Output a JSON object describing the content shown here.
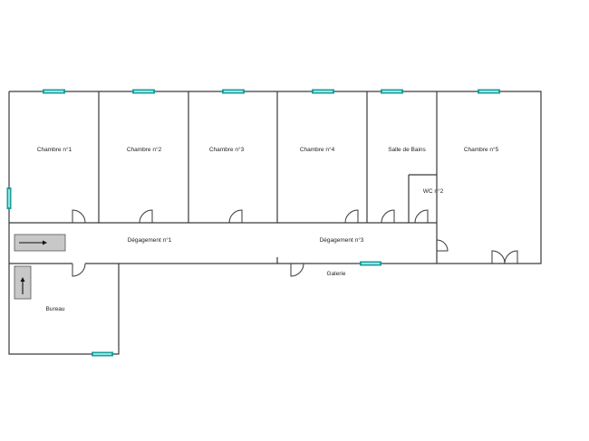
{
  "rooms": {
    "chambre1": "Chambre n°1",
    "chambre2": "Chambre n°2",
    "chambre3": "Chambre n°3",
    "chambre4": "Chambre n°4",
    "salle_de_bains": "Salle de Bains",
    "chambre5": "Chambre n°5",
    "wc2": "WC n°2",
    "degagement1": "Dégagement n°1",
    "degagement3": "Dégagement n°3",
    "galerie": "Galerie",
    "bureau": "Bureau"
  },
  "icons": {
    "window": "window-icon",
    "door": "door-swing-icon",
    "stair": "stair-arrow-icon"
  },
  "colors": {
    "window": "#1a9e9b",
    "window_light": "#8fe6e3",
    "wall": "#3a3a3a",
    "stair": "#c8c8c8"
  }
}
